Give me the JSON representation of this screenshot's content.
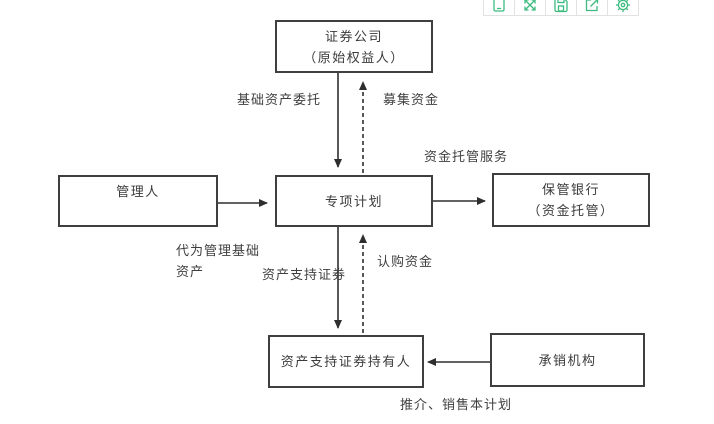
{
  "toolbar": {
    "accent_color": "#3cbb7f",
    "border_color": "#e2e2e2",
    "icons": [
      "device-icon",
      "expand-arrows-icon",
      "save-icon",
      "share-icon",
      "gear-icon"
    ]
  },
  "diagram": {
    "line_color": "#2e2e2e",
    "box_border_color": "#3f3f3f",
    "nodes": {
      "securities": {
        "line1": "证券公司",
        "line2": "（原始权益人）"
      },
      "manager": {
        "line1": "管理人"
      },
      "plan": {
        "line1": "专项计划"
      },
      "bank": {
        "line1": "保管银行",
        "line2": "（资金托管）"
      },
      "holders": {
        "line1": "资产支持证券持有人"
      },
      "underwriter": {
        "line1": "承销机构"
      }
    },
    "edge_labels": {
      "entrust": "基础资产委托",
      "raise": "募集资金",
      "custody_service": "资金托管服务",
      "manage_line1": "代为管理基础",
      "manage_line2": "资产",
      "abs": "资产支持证券",
      "subscribe": "认购资金",
      "promote": "推介、销售本计划"
    }
  }
}
